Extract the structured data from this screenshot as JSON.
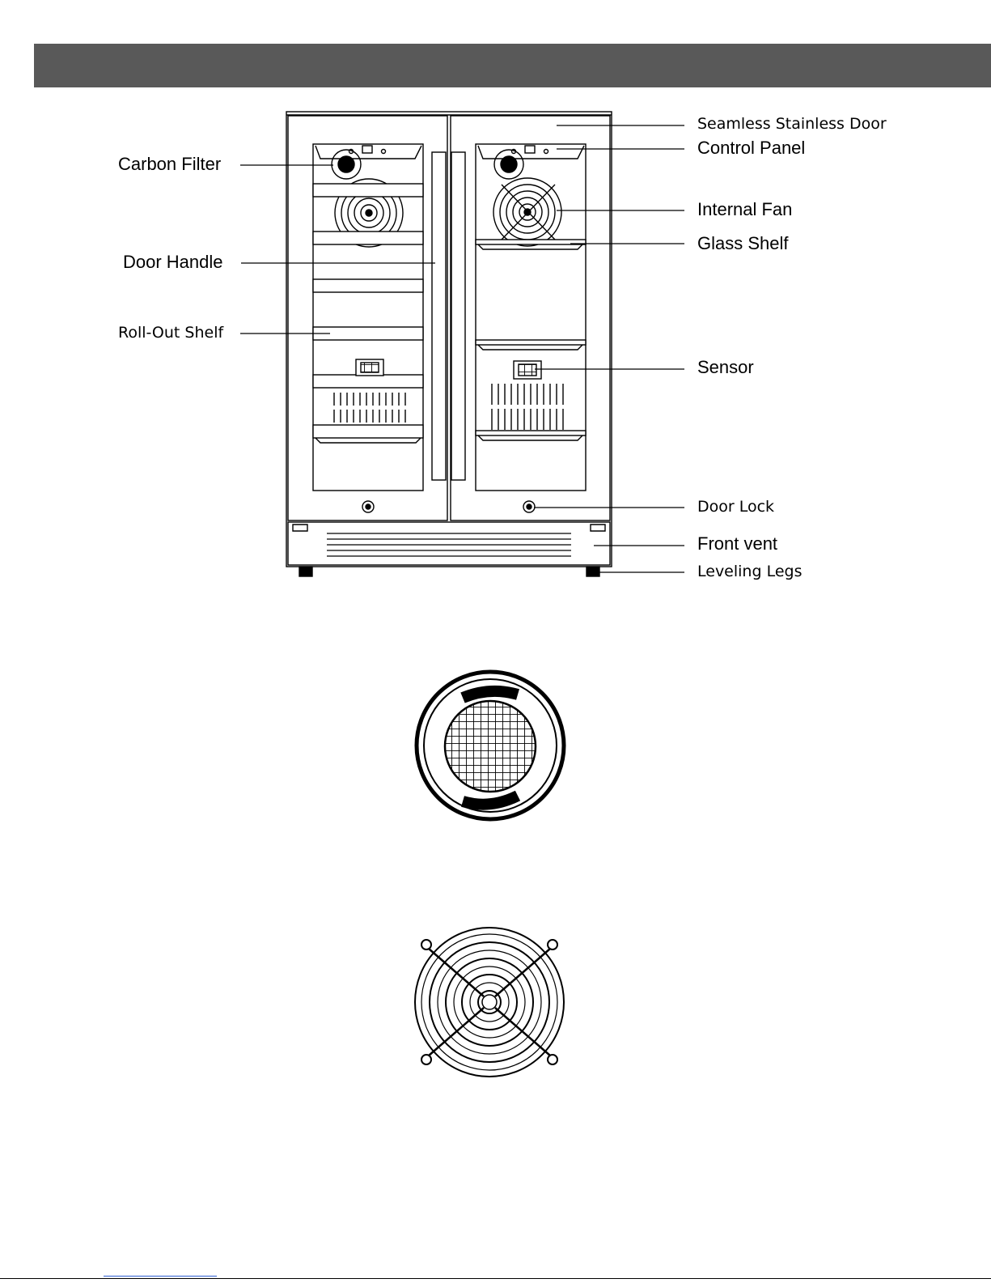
{
  "labels": {
    "carbon_filter": "Carbon Filter",
    "door_handle": "Door Handle",
    "roll_out_shelf": "Roll-Out Shelf",
    "seamless_door": "Seamless Stainless Door",
    "control_panel": "Control Panel",
    "internal_fan": "Internal Fan",
    "glass_shelf": "Glass Shelf",
    "sensor": "Sensor",
    "door_lock": "Door Lock",
    "front_vent": "Front vent",
    "leveling_legs": "Leveling Legs"
  },
  "colors": {
    "banner": "#595959",
    "line": "#000000"
  }
}
